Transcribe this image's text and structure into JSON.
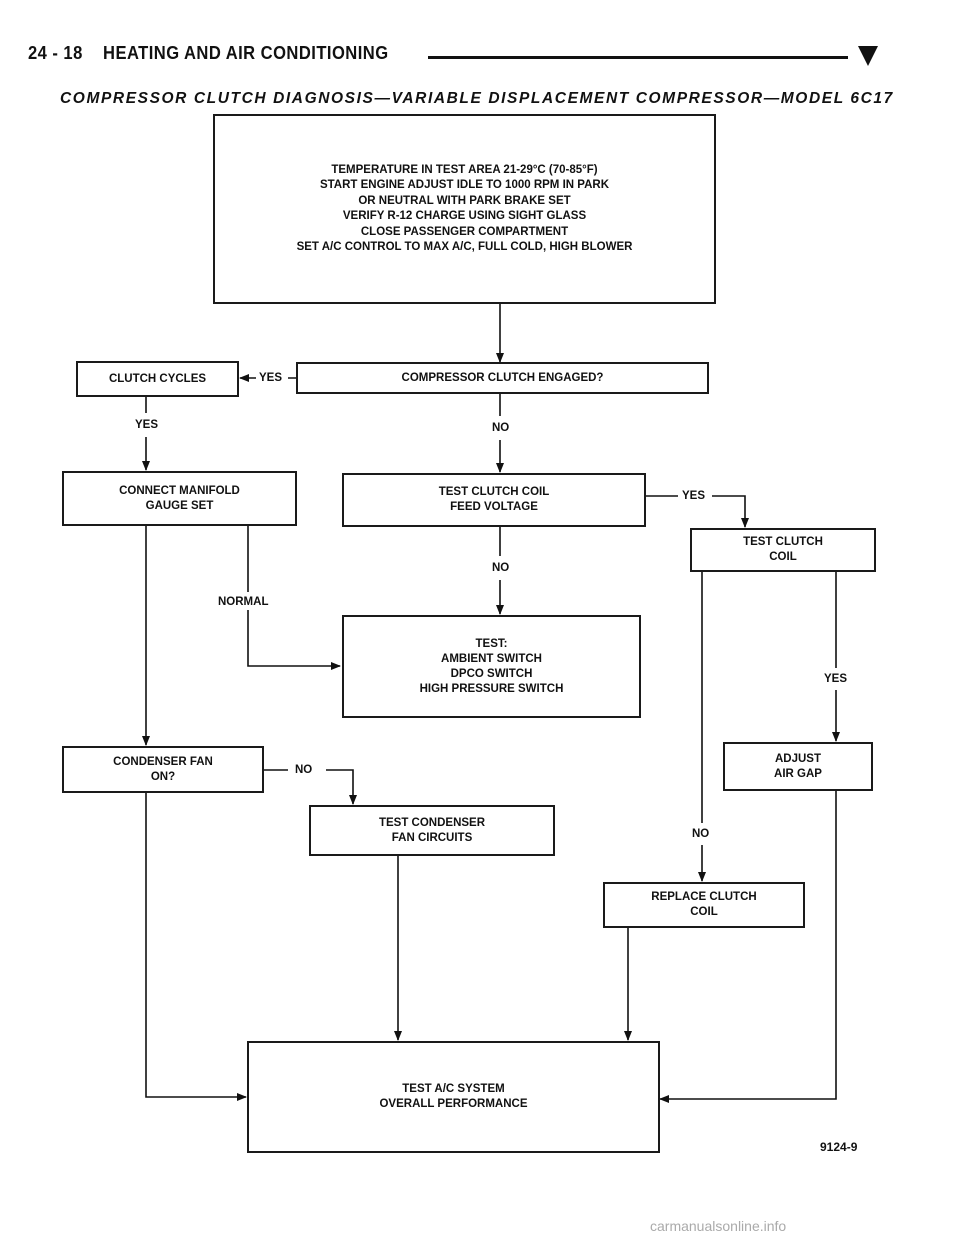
{
  "header": {
    "page_ref": "24 - 18",
    "section_title": "HEATING AND AIR CONDITIONING"
  },
  "subtitle": "COMPRESSOR CLUTCH DIAGNOSIS—VARIABLE DISPLACEMENT COMPRESSOR—MODEL 6C17",
  "boxes": {
    "start": [
      "TEMPERATURE IN TEST AREA 21-29°C (70-85°F)",
      "START ENGINE ADJUST IDLE TO 1000 RPM IN PARK",
      "OR NEUTRAL WITH PARK BRAKE SET",
      "VERIFY R-12 CHARGE USING SIGHT GLASS",
      "CLOSE PASSENGER COMPARTMENT",
      "SET A/C CONTROL TO MAX A/C, FULL COLD, HIGH BLOWER"
    ],
    "engaged": [
      "COMPRESSOR CLUTCH ENGAGED?"
    ],
    "cycles": [
      "CLUTCH CYCLES"
    ],
    "manifold": [
      "CONNECT MANIFOLD",
      "GAUGE SET"
    ],
    "feed": [
      "TEST CLUTCH COIL",
      "FEED VOLTAGE"
    ],
    "coil": [
      "TEST CLUTCH",
      "COIL"
    ],
    "switches": [
      "TEST:",
      "AMBIENT SWITCH",
      "DPCO SWITCH",
      "HIGH PRESSURE SWITCH"
    ],
    "fan_on": [
      "CONDENSER FAN",
      "ON?"
    ],
    "airgap": [
      "ADJUST",
      "AIR GAP"
    ],
    "fan_circuits": [
      "TEST CONDENSER",
      "FAN CIRCUITS"
    ],
    "replace": [
      "REPLACE CLUTCH",
      "COIL"
    ],
    "overall": [
      "TEST A/C SYSTEM",
      "OVERALL PERFORMANCE"
    ]
  },
  "labels": {
    "yes_cycles": "YES",
    "yes_manifold": "YES",
    "no_feed": "NO",
    "yes_coil": "YES",
    "no_switches": "NO",
    "normal": "NORMAL",
    "yes_airgap": "YES",
    "no_fan": "NO",
    "no_replace": "NO"
  },
  "figure_number": "9124-9",
  "watermark": "carmanualsonline.info"
}
